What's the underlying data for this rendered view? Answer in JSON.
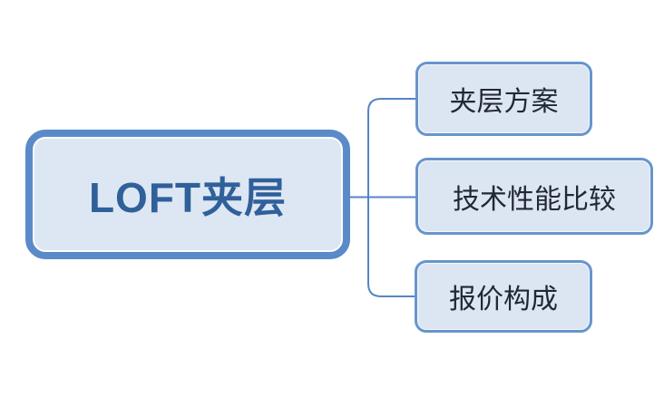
{
  "diagram": {
    "type": "mindmap",
    "root": {
      "label": "LOFT夹层"
    },
    "children": [
      {
        "label": "夹层方案"
      },
      {
        "label": "技术性能比较"
      },
      {
        "label": "报价构成"
      }
    ],
    "colors": {
      "background": "#ffffff",
      "root_border": "#5b8ac9",
      "root_fill": "#dde7f3",
      "root_text": "#30609a",
      "child_border": "#6795cd",
      "child_fill": "#dce6f2",
      "child_text": "#222833",
      "connector": "#5585c4"
    }
  }
}
